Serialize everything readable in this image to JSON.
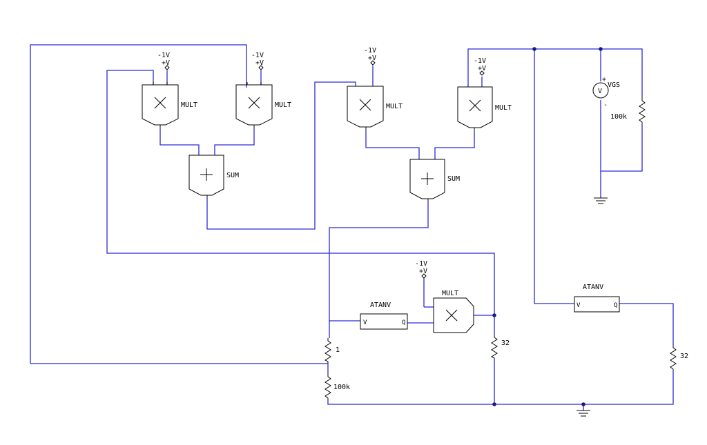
{
  "components": {
    "mult_label": "MULT",
    "sum_label": "SUM",
    "atanv_label": "ATANV",
    "atanv_in": "V",
    "atanv_out": "Q",
    "vsrc_neg": "-1V",
    "vsrc_pos": "+V",
    "vgs_label": "VGS",
    "vgs_plus": "+",
    "vgs_minus": "-",
    "meter_symbol": "V"
  },
  "resistors": {
    "r_vgs": "100k",
    "r_1": "1",
    "r_100k_bottom": "100k",
    "r_32_mid": "32",
    "r_32_right": "32"
  },
  "colors": {
    "wire": "#2a2ad8",
    "component": "#000000",
    "junction": "#1a1a7a",
    "background": "#ffffff"
  }
}
